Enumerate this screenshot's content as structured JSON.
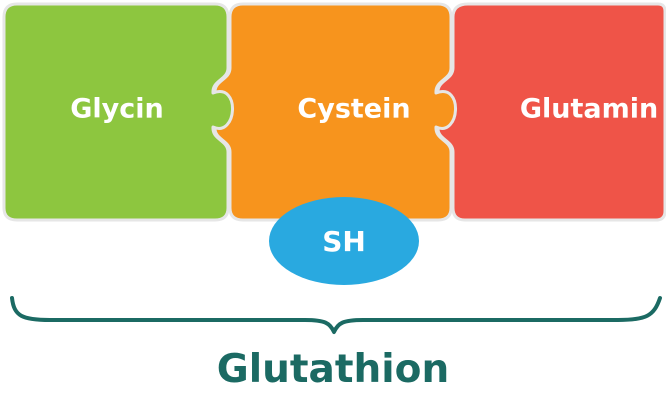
{
  "pieces": [
    {
      "label": "Glycin",
      "color": "#8DC63F"
    },
    {
      "label": "Cystein",
      "color": "#F7941D"
    },
    {
      "label": "Glutamin",
      "color": "#EF5448"
    }
  ],
  "thiol_group": {
    "label": "SH",
    "color": "#29A9E0"
  },
  "brace_color": "#1B6A63",
  "result": {
    "label": "Glutathion",
    "color": "#1B6A63"
  }
}
